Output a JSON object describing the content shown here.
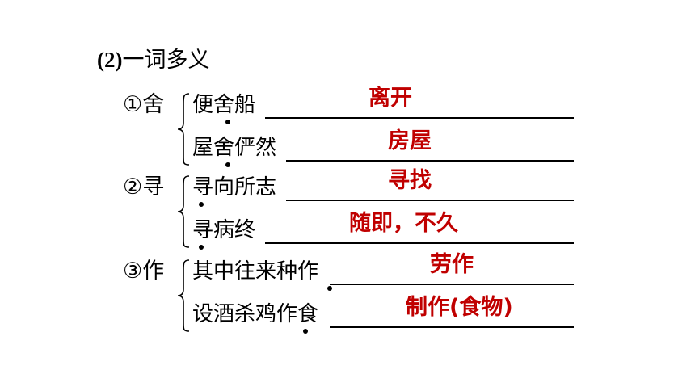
{
  "heading": {
    "number": "(2)",
    "text": "一词多义"
  },
  "groups": [
    {
      "label": "①舍",
      "items": [
        {
          "phrase": "便舍船",
          "answer": "离开"
        },
        {
          "phrase": "屋舍俨然",
          "answer": "房屋"
        }
      ]
    },
    {
      "label": "②寻",
      "items": [
        {
          "phrase": "寻向所志",
          "answer": "寻找"
        },
        {
          "phrase": "寻病终",
          "answer": "随即，不久"
        }
      ]
    },
    {
      "label": "③作",
      "items": [
        {
          "phrase": "其中往来种作",
          "answer": "劳作"
        },
        {
          "phrase": "设酒杀鸡作食",
          "answer": "制作(食物)"
        }
      ]
    }
  ],
  "colors": {
    "answer": "#c00000",
    "text": "#000000"
  }
}
